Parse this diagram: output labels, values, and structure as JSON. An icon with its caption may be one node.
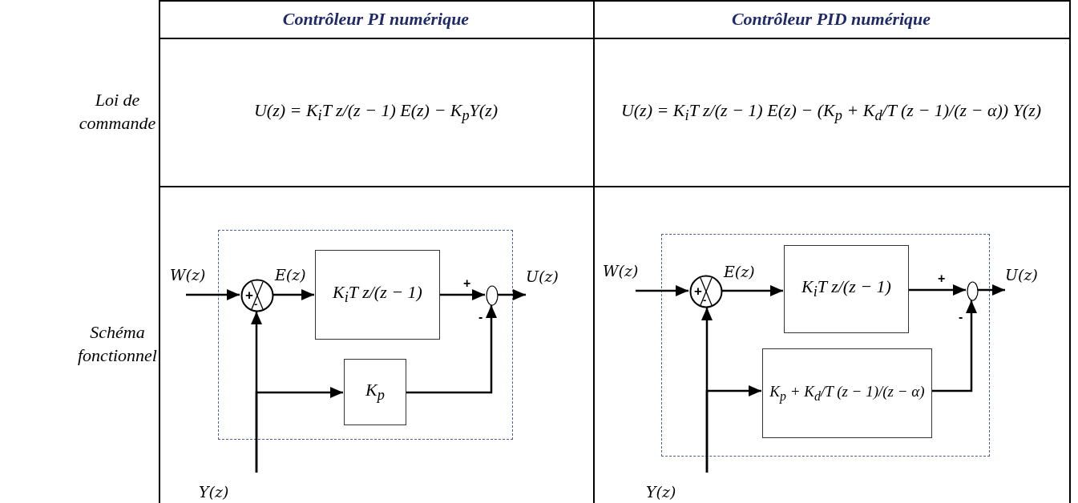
{
  "diagram": {
    "nodes": [
      {
        "text": [],
        "shape": "box"
      },
      {
        "text": [
          "W(z)"
        ]
      },
      {
        "text": [
          "+",
          "-"
        ],
        "in": 0
      },
      {
        "text": [
          "K$_{i}$T z/(z − 1)"
        ],
        "in": 0
      },
      {
        "text": [],
        "shape": "circle",
        "in": 0
      },
      {
        "text": [
          "U(z)"
        ]
      },
      {
        "text": [
          "K$_{p}$"
        ],
        "in": 0
      },
      {
        "text": [
          "Y(z)"
        ]
      },
      {
        "text": [],
        "shape": "box"
      },
      {
        "text": [
          "W(z)"
        ]
      },
      {
        "text": [
          "+",
          "-"
        ],
        "in": 8
      },
      {
        "text": [
          "K$_{i}$T z/(z − 1)"
        ],
        "in": 8
      },
      {
        "text": [],
        "shape": "circle",
        "in": 8
      },
      {
        "text": [
          "U(z)"
        ]
      },
      {
        "text": [
          "K$_{p}$ + K$_{d}$/T (z − 1)/(z − α)"
        ],
        "in": 8
      },
      {
        "text": [
          "Y(z)"
        ]
      }
    ],
    "edges": [
      {
        "from": 1,
        "to": 2,
        "arrow": "to"
      },
      {
        "from": 2,
        "to": 3,
        "arrow": "to",
        "label": "E(z)"
      },
      {
        "from": 3,
        "to": 4,
        "arrow": "to",
        "label": "+"
      },
      {
        "from": 4,
        "to": 5,
        "arrow": "to"
      },
      {
        "from": 7,
        "to": 2,
        "arrow": "to"
      },
      {
        "from": 7,
        "to": 6,
        "arrow": "to"
      },
      {
        "from": 6,
        "to": 4,
        "arrow": "to",
        "label": "-"
      },
      {
        "from": 9,
        "to": 10,
        "arrow": "to"
      },
      {
        "from": 10,
        "to": 11,
        "arrow": "to",
        "label": "E(z)"
      },
      {
        "from": 11,
        "to": 12,
        "arrow": "to",
        "label": "+"
      },
      {
        "from": 12,
        "to": 13,
        "arrow": "to"
      },
      {
        "from": 15,
        "to": 10,
        "arrow": "to"
      },
      {
        "from": 15,
        "to": 14,
        "arrow": "to"
      },
      {
        "from": 14,
        "to": 12,
        "arrow": "to",
        "label": "-"
      }
    ],
    "labels": [
      "Contrôleur PI numérique",
      "Contrôleur PID numérique",
      "Loi de commande",
      "U(z) = K$_{i}$T z/(z − 1) E(z) − K$_{p}$Y(z)",
      "U(z) = K$_{i}$T z/(z − 1) E(z) − (K$_{p}$ + K$_{d}$/T (z − 1)/(z − α)) Y(z)",
      "Schéma fonctionnel"
    ]
  }
}
